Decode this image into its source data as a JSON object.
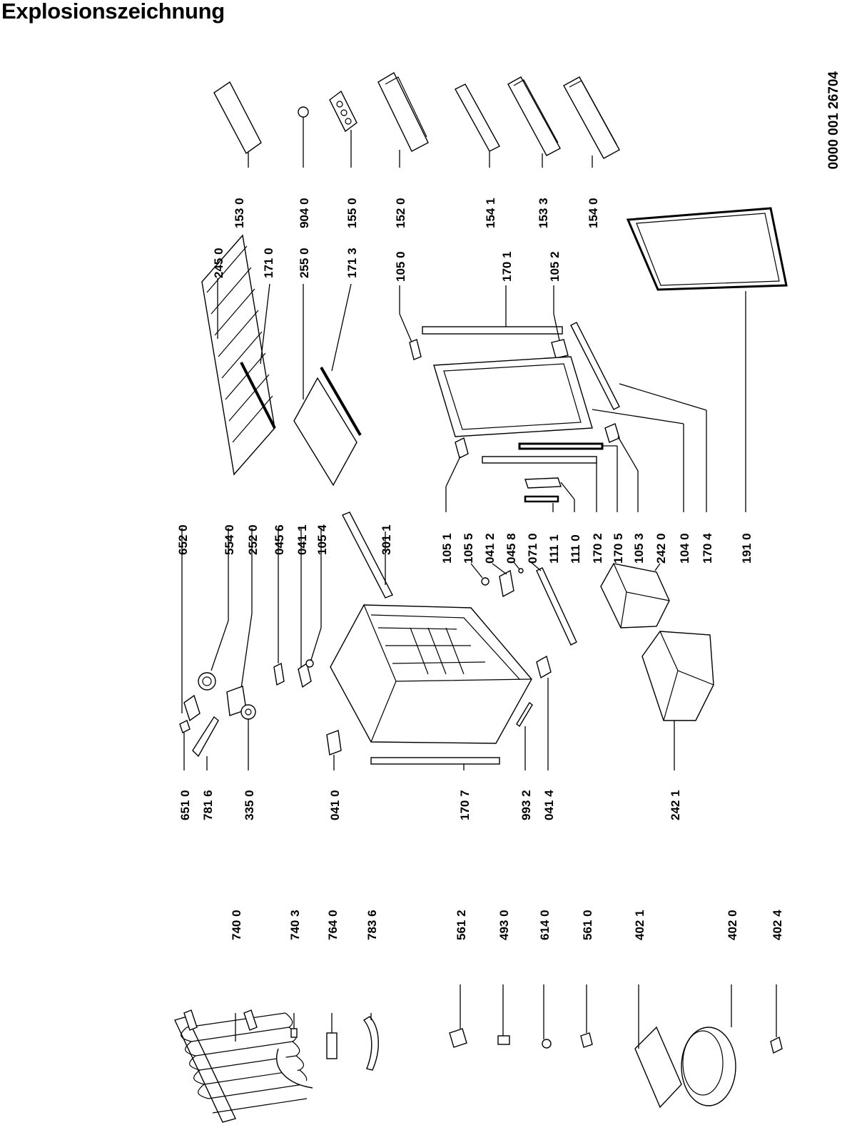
{
  "title": "Explosionszeichnung",
  "document_number": "0000 001 26704",
  "groups": {
    "doors": {
      "labels": [
        "153 0",
        "904 0",
        "155 0",
        "152 0",
        "154 1",
        "153 3",
        "154 0"
      ]
    },
    "shelves_and_doorframe": {
      "labels": [
        "245 0",
        "171 0",
        "255 0",
        "171 3",
        "105 0",
        "170 1",
        "105 2"
      ]
    },
    "electrical": {
      "labels": [
        "652 0",
        "554 0",
        "252 0",
        "045 6",
        "041 1",
        "105 4",
        "301 1"
      ]
    },
    "hinges_and_rails": {
      "labels": [
        "105 1",
        "105 5",
        "041 2",
        "045 8",
        "071 0",
        "111 1",
        "111 0",
        "170 2",
        "170 5",
        "105 3",
        "242 0",
        "104 0",
        "170 4",
        "191 0"
      ]
    },
    "cabinet": {
      "labels": [
        "651 0",
        "781 6",
        "335 0",
        "041 0",
        "170 7",
        "993 2",
        "041 4",
        "242 1"
      ]
    },
    "refrigeration": {
      "labels": [
        "740 0",
        "740 3",
        "764 0",
        "783 6",
        "561 2",
        "493 0",
        "614 0",
        "561 0",
        "402 1",
        "402 0",
        "402 4"
      ]
    }
  }
}
